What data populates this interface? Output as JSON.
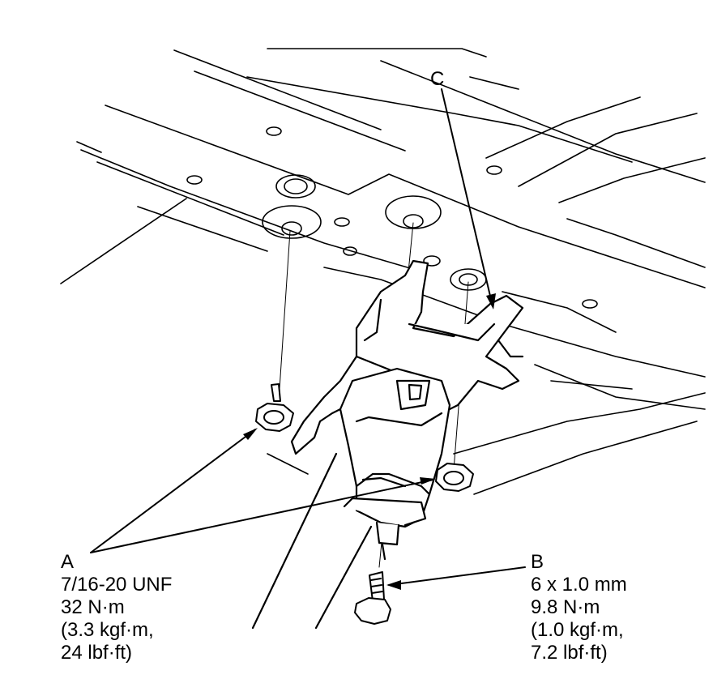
{
  "labels": {
    "c": "C"
  },
  "callout_a": {
    "letter": "A",
    "thread": "7/16-20 UNF",
    "torque_nm": "32 N·m",
    "torque_kgfm": "(3.3 kgf·m,",
    "torque_lbfft": "24 lbf·ft)"
  },
  "callout_b": {
    "letter": "B",
    "thread": "6 x 1.0 mm",
    "torque_nm": "9.8 N·m",
    "torque_kgfm": "(1.0 kgf·m,",
    "torque_lbfft": "7.2 lbf·ft)"
  },
  "colors": {
    "ink": "#000000",
    "paper": "#ffffff"
  }
}
